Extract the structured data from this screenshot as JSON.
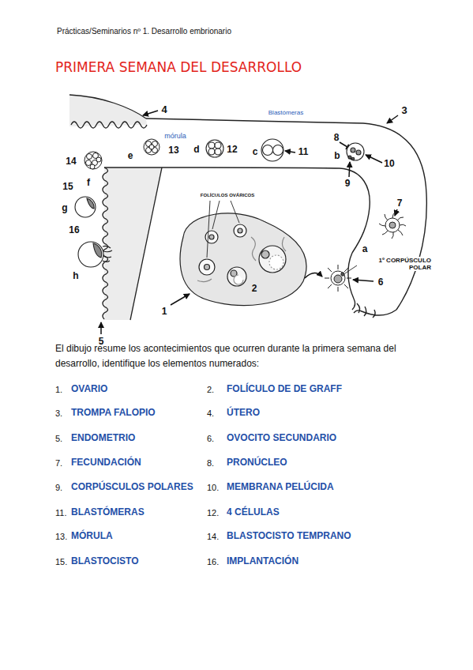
{
  "diagram": {
    "title": "PRIMERA SEMANA DEL DESARROLLO",
    "labels": [
      "Prácticas/Seminarios nº 1. Desarrollo embrionario",
      "4",
      "Blastómeras",
      "3",
      "8",
      "mórula",
      "14",
      "e",
      "13",
      "d",
      "12",
      "c",
      "11",
      "b",
      "10",
      "9",
      "f",
      "15",
      "FOLÍCULOS OVÁRICOS",
      "7",
      "g",
      "16",
      "a",
      "1º CORPÚSCULO POLAR",
      "2",
      "6",
      "h",
      "1",
      "5",
      "El dibujo resume los acontecimientos que ocurren durante la primera semana del desarrollo, identifique los elementos numerados:",
      "1.",
      "OVARIO",
      "2.",
      "FOLÍCULO DE DE GRAFF",
      "3.",
      "TROMPA FALOPIO",
      "4.",
      "ÚTERO",
      "5.",
      "ENDOMETRIO",
      "6.",
      "OVOCITO SECUNDARIO",
      "7.",
      "FECUNDACIÓN",
      "8.",
      "PRONÚCLEO",
      "9.",
      "CORPÚSCULOS POLARES",
      "10.",
      "MEMBRANA PELÚCIDA",
      "11.",
      "BLASTÓMERAS",
      "12.",
      "4 CÉLULAS",
      "13.",
      "MÓRULA",
      "14.",
      "BLASTOCISTO TEMPRANO",
      "15.",
      "BLASTOCISTO",
      "16.",
      "IMPLANTACIÓN"
    ]
  }
}
